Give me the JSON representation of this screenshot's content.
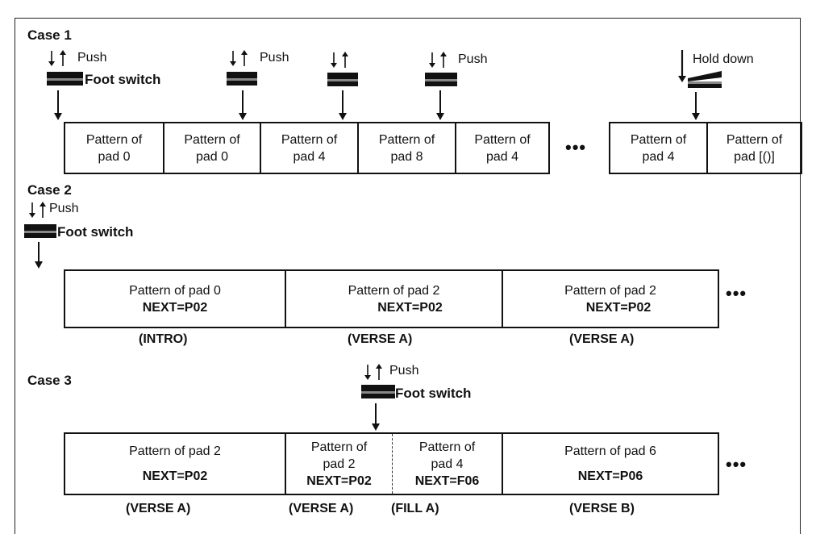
{
  "case1": {
    "title": "Case 1",
    "push": "Push",
    "hold_down": "Hold down",
    "foot_switch": "Foot switch",
    "cells": [
      "Pattern of\npad 0",
      "Pattern of\npad 0",
      "Pattern of\npad 4",
      "Pattern of\npad 8",
      "Pattern of\npad 4"
    ],
    "cells_tail": [
      "Pattern of\npad 4",
      "Pattern of\npad [()]"
    ],
    "ellipsis": "•••"
  },
  "case2": {
    "title": "Case 2",
    "push": "Push",
    "foot_switch": "Foot switch",
    "cells": [
      {
        "pattern": "Pattern of pad 0",
        "next": "NEXT=P02",
        "section": "(INTRO)"
      },
      {
        "pattern": "Pattern of pad 2",
        "next": "NEXT=P02",
        "section": "(VERSE A)"
      },
      {
        "pattern": "Pattern of pad 2",
        "next": "NEXT=P02",
        "section": "(VERSE A)"
      }
    ],
    "ellipsis": "•••"
  },
  "case3": {
    "title": "Case 3",
    "push": "Push",
    "foot_switch": "Foot switch",
    "cells": [
      {
        "pattern": "Pattern of pad 2",
        "next": "NEXT=P02",
        "section": "(VERSE A)"
      },
      {
        "pattern": "Pattern of\npad 2",
        "next": "NEXT=P02",
        "section": "(VERSE A)"
      },
      {
        "pattern": "Pattern of\npad 4",
        "next": "NEXT=F06",
        "section": "(FILL A)"
      },
      {
        "pattern": "Pattern of pad 6",
        "next": "NEXT=P06",
        "section": "(VERSE B)"
      }
    ],
    "ellipsis": "•••"
  },
  "icons": [
    "press-release-arrows-icon",
    "foot-switch-icon",
    "down-arrow-icon",
    "hold-down-arrow-icon"
  ]
}
